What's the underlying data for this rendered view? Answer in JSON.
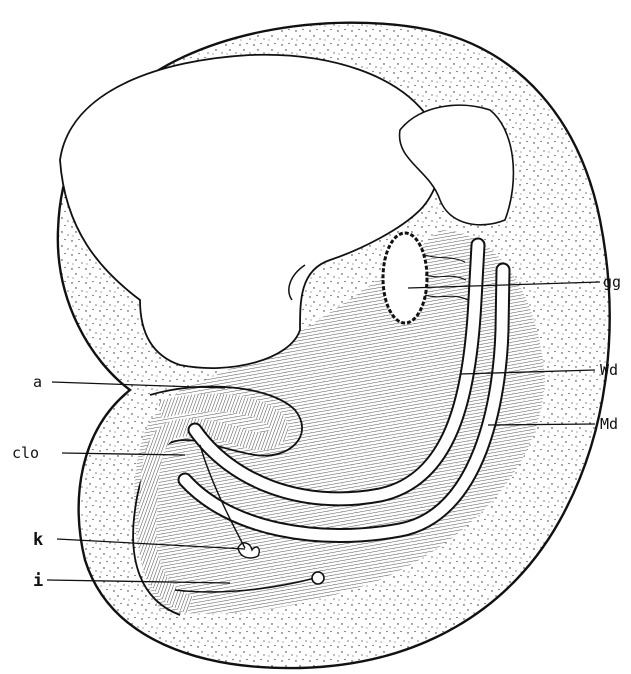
{
  "labels": {
    "a": "a",
    "clo": "clo",
    "k": "k",
    "i": "i",
    "gg": "gg",
    "wd": "Wd",
    "md": "Md"
  },
  "colors": {
    "ink": "#111111",
    "paper": "#ffffff"
  }
}
